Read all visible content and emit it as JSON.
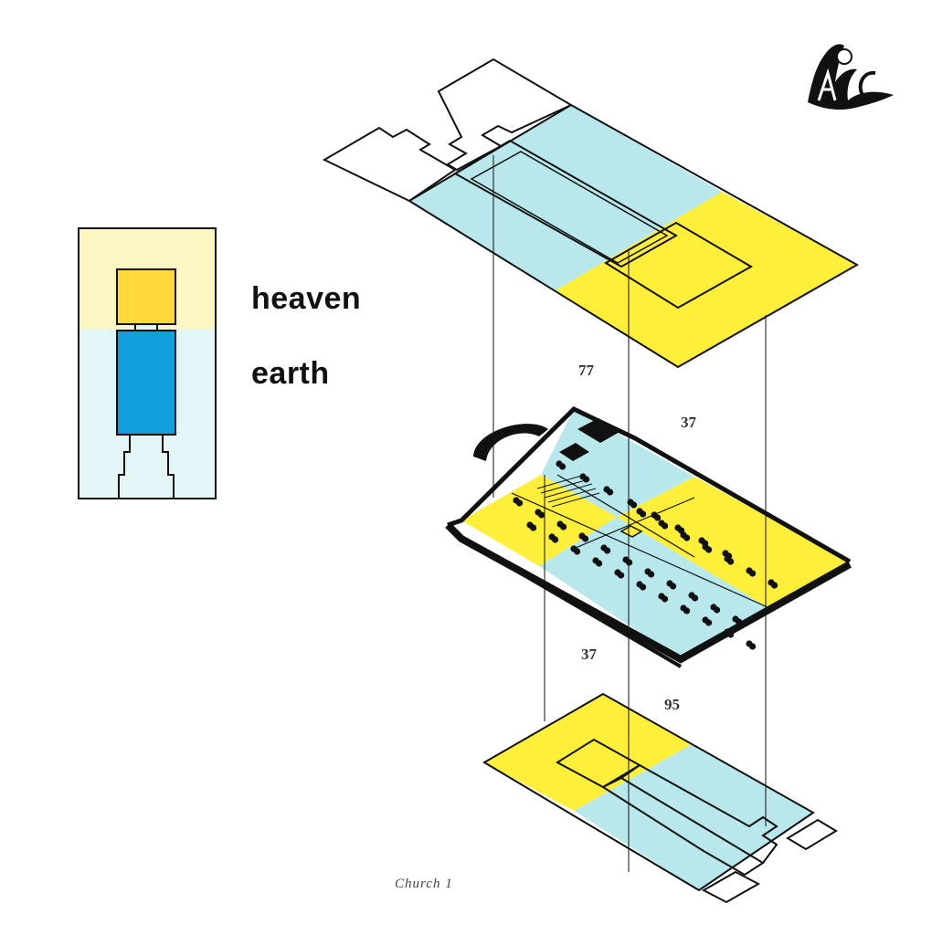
{
  "legend": {
    "heaven_label": "heaven",
    "earth_label": "earth"
  },
  "dimensions": {
    "top": "77",
    "right_upper": "37",
    "lower": "37",
    "bottom": "95"
  },
  "caption": "Church 1",
  "logo": {
    "monogram": "AC",
    "icon": "angel-monogram-logo"
  },
  "colors": {
    "heaven_pale": "#FBF6C2",
    "heaven": "#FFEE3A",
    "heaven_deep": "#FFD93A",
    "earth_pale": "#E4F5F7",
    "earth": "#B8E8EB",
    "earth_deep": "#139FDD",
    "line": "#111111"
  }
}
